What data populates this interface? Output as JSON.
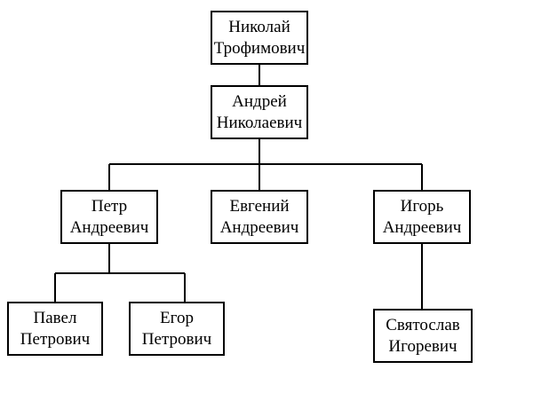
{
  "people": {
    "nikolai": {
      "line1": "Николай",
      "line2": "Трофимович"
    },
    "andrei": {
      "line1": "Андрей",
      "line2": "Николаевич"
    },
    "petr": {
      "line1": "Петр",
      "line2": "Андреевич"
    },
    "evgenii": {
      "line1": "Евгений",
      "line2": "Андреевич"
    },
    "igor": {
      "line1": "Игорь",
      "line2": "Андреевич"
    },
    "pavel": {
      "line1": "Павел",
      "line2": "Петрович"
    },
    "egor": {
      "line1": "Егор",
      "line2": "Петрович"
    },
    "svyatoslav": {
      "line1": "Святослав",
      "line2": "Игоревич"
    }
  }
}
